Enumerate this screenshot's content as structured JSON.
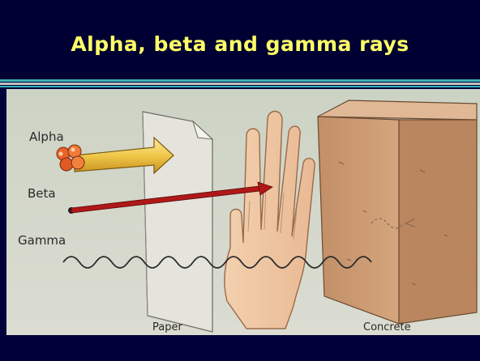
{
  "slide": {
    "title": "Alpha, beta and gamma rays"
  },
  "diagram": {
    "labels": {
      "alpha": "Alpha",
      "beta": "Beta",
      "gamma": "Gamma",
      "paper": "Paper",
      "concrete": "Concrete"
    }
  },
  "colors": {
    "background": "#00003a",
    "title_text": "#ffff66",
    "accent_rule": "#3ab0b0",
    "alpha_arrow": "#f0c84a",
    "beta_ray": "#b01818",
    "concrete": "#c79a74",
    "paper": "#e4e4dc",
    "hand": "#f0c9a6"
  }
}
